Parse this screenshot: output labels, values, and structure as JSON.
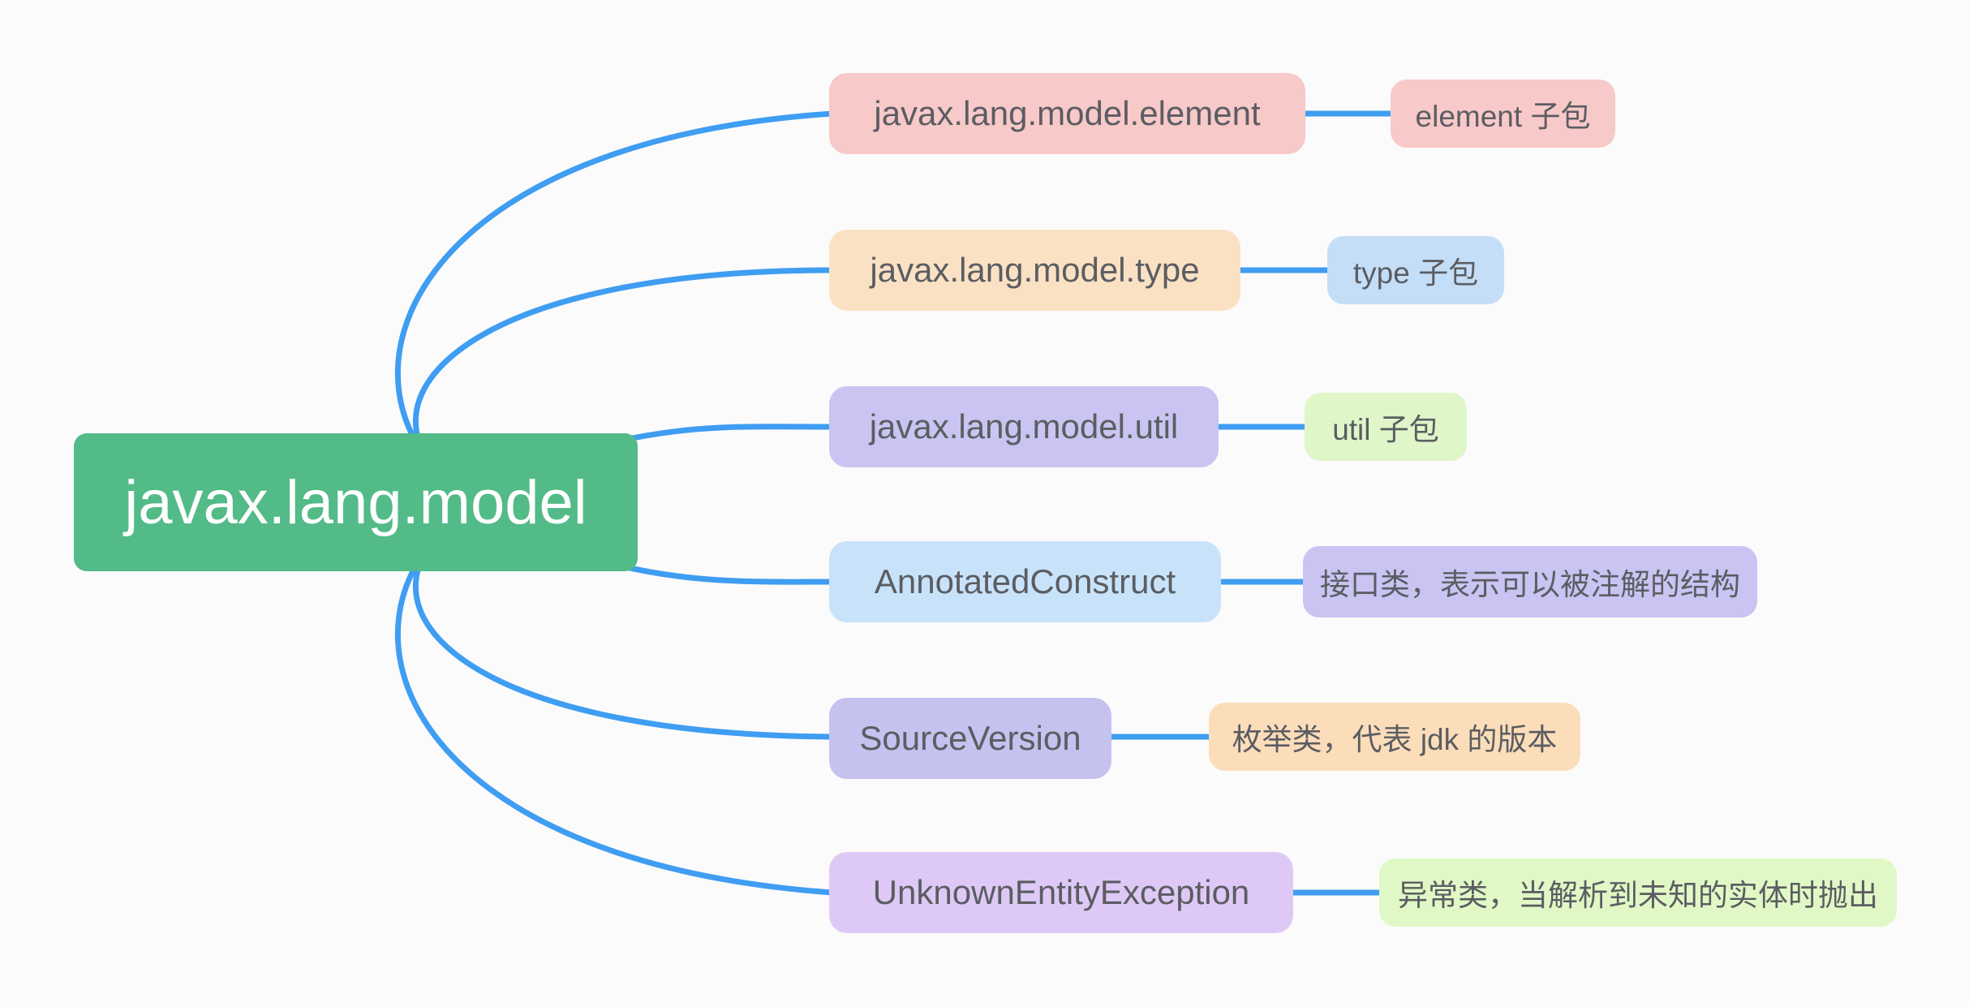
{
  "theme": {
    "background": "#fbfbfb",
    "connector_color": "#3f9df2",
    "text_color": "#5b5d62",
    "root_text_color": "#ffffff"
  },
  "root": {
    "label": "javax.lang.model",
    "color": "#52bb87"
  },
  "branches": [
    {
      "label": "javax.lang.model.element",
      "color": "#f8c9c9",
      "note": {
        "label": "element 子包",
        "color": "#f8c9c9"
      }
    },
    {
      "label": "javax.lang.model.type",
      "color": "#fbe1c4",
      "note": {
        "label": "type 子包",
        "color": "#c5def8"
      }
    },
    {
      "label": "javax.lang.model.util",
      "color": "#c9c4f1",
      "note": {
        "label": "util 子包",
        "color": "#def6c8"
      }
    },
    {
      "label": "AnnotatedConstruct",
      "color": "#c8e3f9",
      "note": {
        "label": "接口类，表示可以被注解的结构",
        "color": "#c9c4f2"
      }
    },
    {
      "label": "SourceVersion",
      "color": "#c5c2f0",
      "note": {
        "label": "枚举类，代表 jdk 的版本",
        "color": "#fcddba"
      }
    },
    {
      "label": "UnknownEntityException",
      "color": "#dec9f6",
      "note": {
        "label": "异常类，当解析到未知的实体时抛出",
        "color": "#e0f8c5"
      }
    }
  ]
}
